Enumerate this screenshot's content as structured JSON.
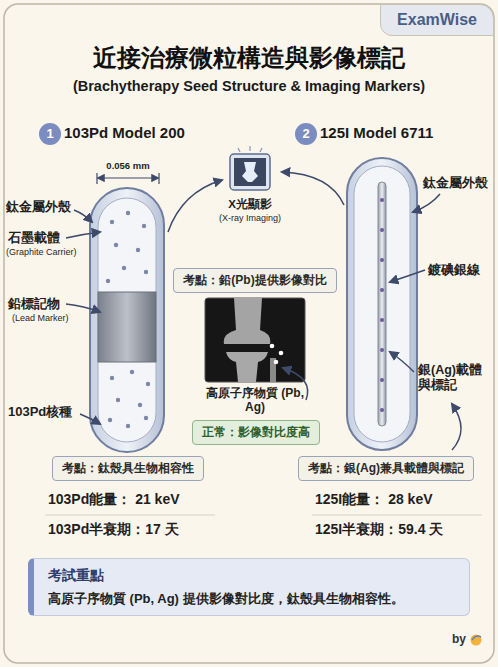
{
  "diagram": {
    "title": "近接治療微粒構造與影像標記",
    "nodes": [
      {
        "text": [
          "ExamWise"
        ]
      },
      {
        "text": [
          "1"
        ]
      },
      {
        "text": [
          "2"
        ]
      },
      {
        "text": [
          "考點：鉛(Pb)提供影像對比"
        ]
      },
      {
        "text": [
          "正常：影像對比度高"
        ]
      },
      {
        "text": [
          "考點：鈦殼具生物相容性"
        ]
      },
      {
        "text": [
          "考點：銀(Ag)兼具載體與標記"
        ]
      },
      {
        "text": [
          "考試重點",
          "高原子序物質 (Pb, Ag) 提供影像對比度，鈦殼具生物相容性。"
        ]
      }
    ],
    "labels": [
      "(Brachytherapy Seed Structure & Imaging Markers)",
      "103Pd Model 200",
      "125I Model 6711",
      "0.056 mm",
      "鈦金屬外殼",
      "石墨載體",
      "(Graphite Carrier)",
      "鉛標記物",
      "(Lead Marker)",
      "103Pd核種",
      "X光顯影",
      "(X-ray Imaging)",
      "高原子序物質 (Pb, Ag)",
      "鈦金屬外殼",
      "鍍碘銀線",
      "銀(Ag)載體 與標記",
      "103Pd能量： 21 keV",
      "103Pd半衰期：17 天",
      "125I能量： 28 keV",
      "125I半衰期：59.4 天",
      "by"
    ]
  }
}
